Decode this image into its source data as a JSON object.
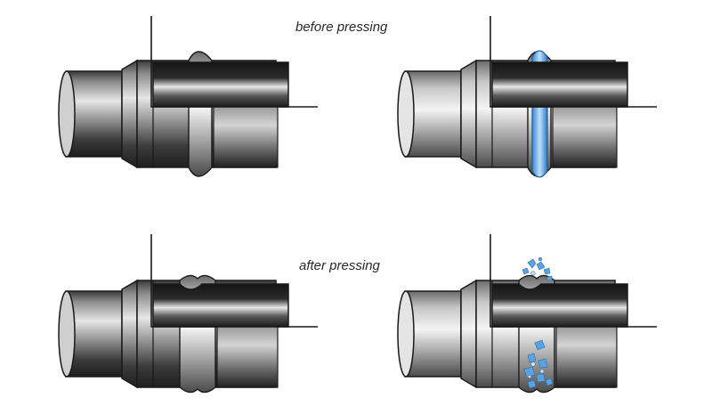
{
  "captions": {
    "before": "before pressing",
    "after": "after pressing"
  },
  "colors": {
    "outline": "#1a1a1a",
    "pipe_dark": "#2b2b2b",
    "pipe_light": "#d8d8d8",
    "sealant_blue": "#5aa2e0",
    "sealant_light": "#cfe6fb",
    "background": "#ffffff"
  },
  "panels": [
    {
      "name": "panel-before-plain",
      "state": "before",
      "variant": "plain"
    },
    {
      "name": "panel-before-sealant",
      "state": "before",
      "variant": "sealant"
    },
    {
      "name": "panel-after-plain",
      "state": "after",
      "variant": "plain"
    },
    {
      "name": "panel-after-sealant",
      "state": "after",
      "variant": "sealant"
    }
  ]
}
